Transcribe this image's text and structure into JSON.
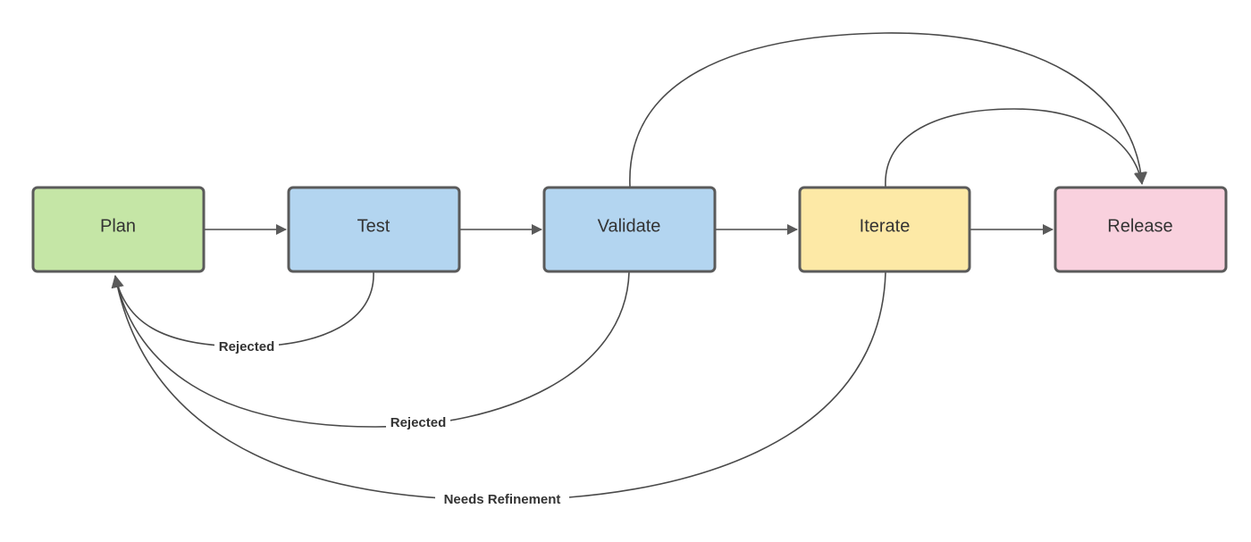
{
  "nodes": {
    "plan": {
      "label": "Plan",
      "color": "#c5e6a6"
    },
    "test": {
      "label": "Test",
      "color": "#b3d5f0"
    },
    "validate": {
      "label": "Validate",
      "color": "#b3d5f0"
    },
    "iterate": {
      "label": "Iterate",
      "color": "#fde9a6"
    },
    "release": {
      "label": "Release",
      "color": "#f9d1de"
    }
  },
  "edges": [
    {
      "from": "Plan",
      "to": "Test",
      "label": ""
    },
    {
      "from": "Test",
      "to": "Validate",
      "label": ""
    },
    {
      "from": "Validate",
      "to": "Iterate",
      "label": ""
    },
    {
      "from": "Iterate",
      "to": "Release",
      "label": ""
    },
    {
      "from": "Test",
      "to": "Plan",
      "label": "Rejected"
    },
    {
      "from": "Validate",
      "to": "Plan",
      "label": "Rejected"
    },
    {
      "from": "Iterate",
      "to": "Plan",
      "label": "Needs Refinement"
    },
    {
      "from": "Validate",
      "to": "Release",
      "label": ""
    },
    {
      "from": "Iterate",
      "to": "Release",
      "label": ""
    }
  ],
  "colors": {
    "border": "#5a5a5a",
    "line": "#4a4a4a",
    "text": "#333333"
  }
}
